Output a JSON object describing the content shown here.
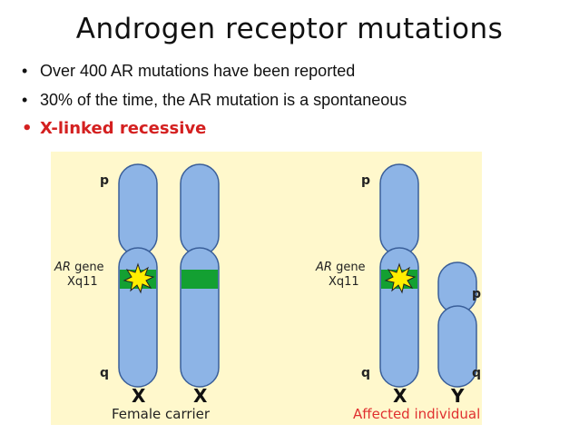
{
  "slide": {
    "title": "Androgen receptor mutations",
    "bullets": [
      {
        "text": "Over 400 AR mutations have been reported",
        "emphasis": false
      },
      {
        "text": "30% of the time, the AR mutation is a spontaneous",
        "emphasis": false
      },
      {
        "text": "X-linked recessive",
        "emphasis": true
      }
    ]
  },
  "diagram": {
    "background": "#fff8cc",
    "chromosome_color": "#8db4e6",
    "gene_band_color": "#13a032",
    "mutation_star_color": "#ffee00",
    "left": {
      "arm_p": "p",
      "arm_q": "q",
      "gene_label_italic": "AR",
      "gene_label_rest": " gene",
      "locus": "Xq11",
      "chromosome_1": "X",
      "chromosome_2": "X",
      "caption": "Female carrier",
      "caption_color": "#222222"
    },
    "right": {
      "arm_p": "p",
      "arm_q": "q",
      "gene_label_italic": "AR",
      "gene_label_rest": " gene",
      "locus": "Xq11",
      "y_arm_p": "p",
      "y_arm_q": "q",
      "chromosome_1": "X",
      "chromosome_2": "Y",
      "caption": "Affected individual",
      "caption_color": "#e03030"
    }
  }
}
